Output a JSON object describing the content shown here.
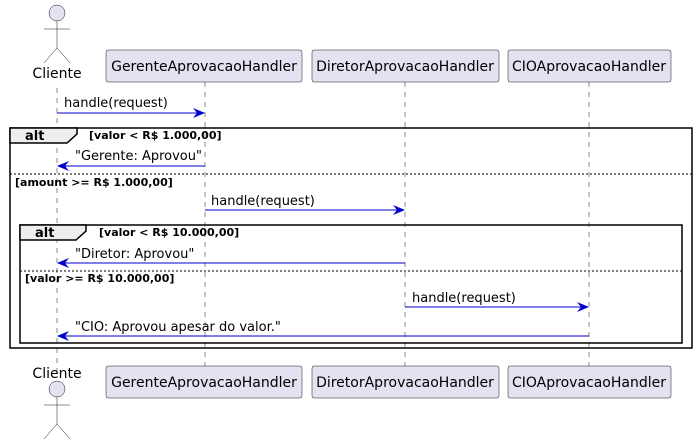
{
  "actor": {
    "label": "Cliente"
  },
  "participants": [
    {
      "label": "GerenteAprovacaoHandler"
    },
    {
      "label": "DiretorAprovacaoHandler"
    },
    {
      "label": "CIOAprovacaoHandler"
    }
  ],
  "messages": [
    {
      "label": "handle(request)",
      "direction": "right"
    },
    {
      "label": "\"Gerente: Aprovou\"",
      "direction": "left"
    },
    {
      "label": "handle(request)",
      "direction": "right"
    },
    {
      "label": "\"Diretor: Aprovou\"",
      "direction": "left"
    },
    {
      "label": "handle(request)",
      "direction": "right"
    },
    {
      "label": "\"CIO: Aprovou apesar do valor.\"",
      "direction": "left"
    }
  ],
  "outer_alt": {
    "keyword": "alt",
    "guard_1": "[valor < R$ 1.000,00]",
    "guard_2": "[amount >= R$ 1.000,00]"
  },
  "inner_alt": {
    "keyword": "alt",
    "guard_1": "[valor < R$ 10.000,00]",
    "guard_2": "[valor >= R$ 10.000,00]"
  },
  "colors": {
    "participant_fill": "#e2e2f0",
    "message": "#0000cc",
    "frame_tab": "#eeeeee"
  }
}
